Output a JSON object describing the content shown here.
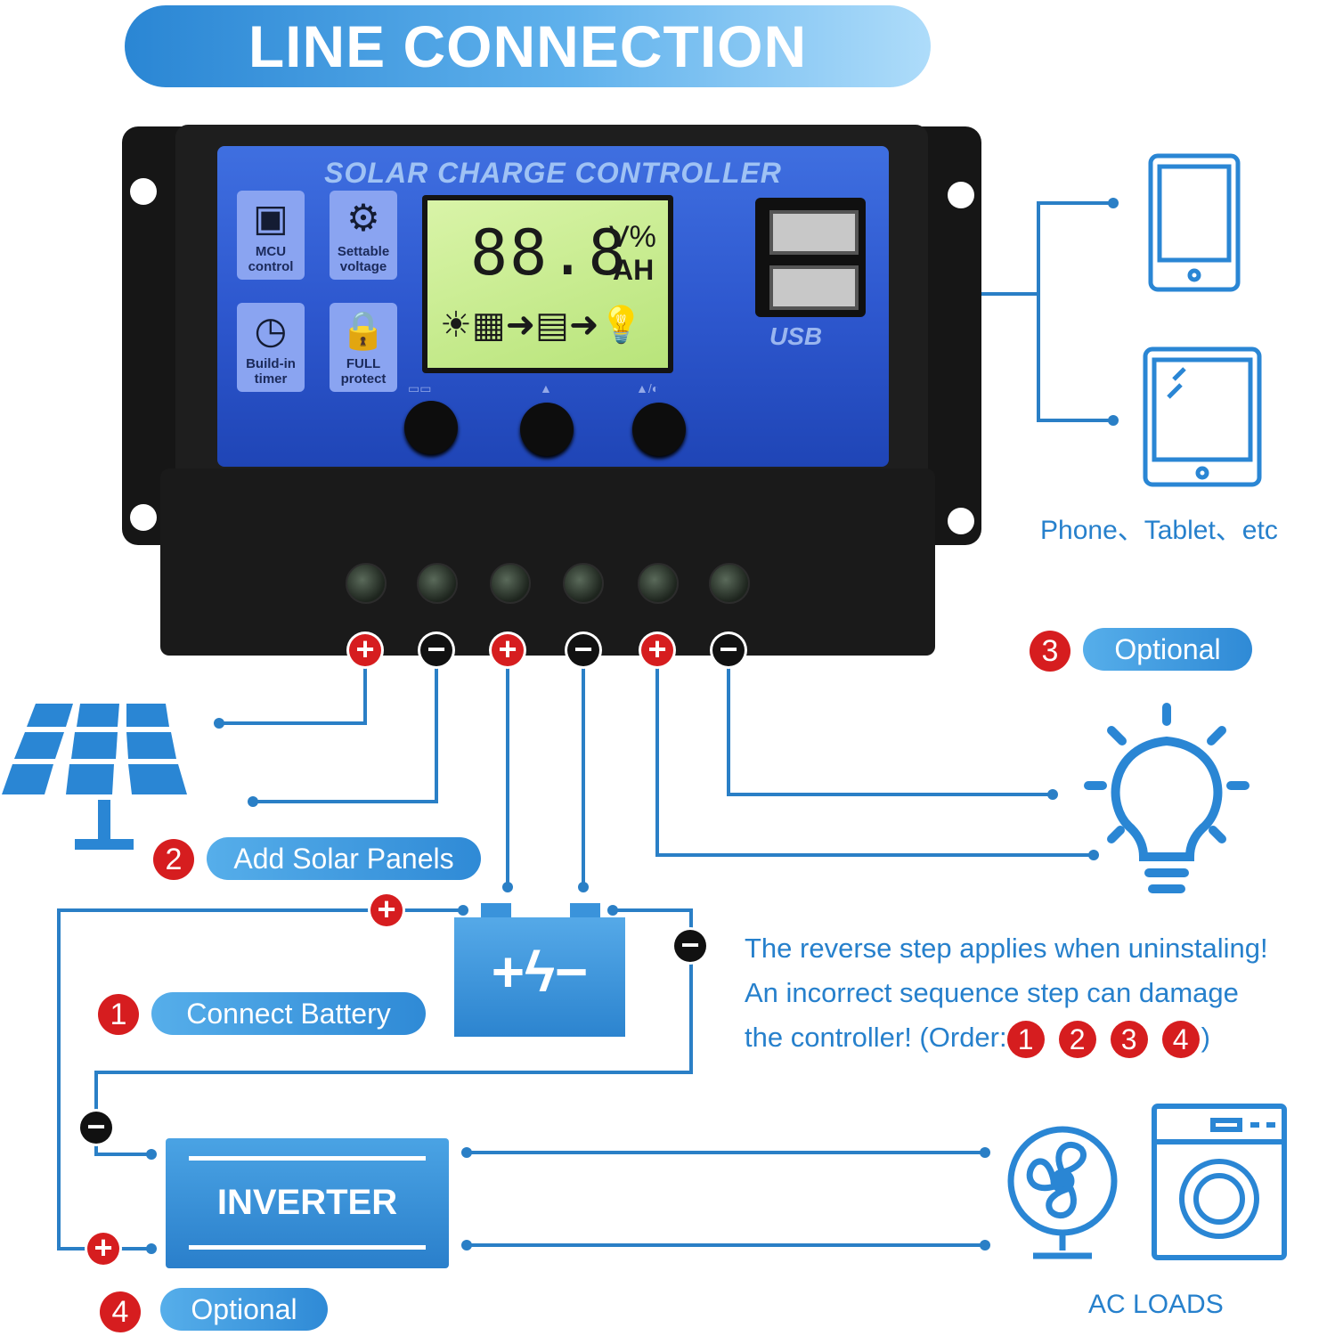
{
  "title": "LINE CONNECTION",
  "controller": {
    "face_title": "SOLAR CHARGE CONTROLLER",
    "features": [
      {
        "icon": "chip-icon",
        "glyph": "▣",
        "line1": "MCU",
        "line2": "control"
      },
      {
        "icon": "gear-icon",
        "glyph": "⚙",
        "line1": "Settable",
        "line2": "voltage"
      },
      {
        "icon": "clock-icon",
        "glyph": "◷",
        "line1": "Build-in",
        "line2": "timer"
      },
      {
        "icon": "lock-icon",
        "glyph": "🔒",
        "line1": "FULL",
        "line2": "protect"
      }
    ],
    "lcd": {
      "digits": "88.8",
      "unit_top": "V%",
      "unit_bottom": "AH",
      "flow": "☀▦➜▤➜💡"
    },
    "buttons": [
      {
        "label": "▭▭"
      },
      {
        "label": "▲"
      },
      {
        "label": "▲/◐"
      }
    ],
    "usb_label": "USB"
  },
  "terminals": [
    {
      "polarity": "+",
      "badge": "+"
    },
    {
      "polarity": "-",
      "badge": "−"
    },
    {
      "polarity": "+",
      "badge": "+"
    },
    {
      "polarity": "-",
      "badge": "−"
    },
    {
      "polarity": "+",
      "badge": "+"
    },
    {
      "polarity": "-",
      "badge": "−"
    }
  ],
  "steps": {
    "step1": {
      "number": "1",
      "label": "Connect Battery"
    },
    "step2": {
      "number": "2",
      "label": "Add Solar Panels"
    },
    "step3": {
      "number": "3",
      "label": "Optional"
    },
    "step4": {
      "number": "4",
      "label": "Optional"
    }
  },
  "devices_caption": "Phone、Tablet、etc",
  "ac_loads_caption": "AC LOADS",
  "inverter_label": "INVERTER",
  "battery_symbol": "+ϟ−",
  "note": {
    "line1": "The reverse step applies when uninstaling!",
    "line2": "An incorrect sequence step can damage",
    "line3_prefix": "the controller! (Order:",
    "order": [
      "1",
      "2",
      "3",
      "4"
    ],
    "line3_suffix": ")"
  },
  "wire_badges": {
    "plus": "+",
    "minus": "−"
  },
  "colors": {
    "accent_blue": "#2680cc",
    "badge_red": "#d61d1f",
    "badge_black": "#111111",
    "faceplate_blue": "#2e58cf"
  }
}
